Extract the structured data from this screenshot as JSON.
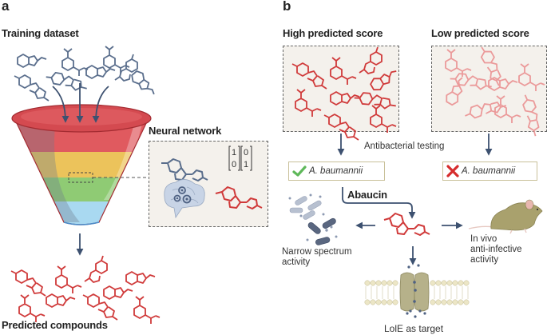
{
  "panel_a": {
    "letter": "a",
    "training_title": "Training dataset",
    "neural_network_title": "Neural network",
    "matrix_left": [
      "1",
      "0"
    ],
    "matrix_right": [
      "0",
      "1"
    ],
    "predicted_title": "Predicted compounds",
    "funnel_colors": [
      "#d9474d",
      "#e8b94c",
      "#6fbf5a",
      "#9fd3ec"
    ]
  },
  "panel_b": {
    "letter": "b",
    "high_title": "High predicted score",
    "low_title": "Low predicted score",
    "testing_label": "Antibacterial testing",
    "positive_result": "A. baumannii",
    "negative_result": "A. baumannii",
    "compound_name": "Abaucin",
    "narrow_label_1": "Narrow spectrum",
    "narrow_label_2": "activity",
    "invivo_label_1": "In vivo",
    "invivo_label_2": "anti-infective",
    "invivo_label_3": "activity",
    "target_label": "LolE as target"
  },
  "colors": {
    "molecule_blue": "#5a6e8c",
    "molecule_red": "#d03a3a",
    "molecule_pink": "#eb9a9a",
    "arrow": "#3d5170",
    "check_green": "#5fb85a",
    "cross_red": "#d62c2c",
    "box_bg": "#f4f1ec"
  }
}
